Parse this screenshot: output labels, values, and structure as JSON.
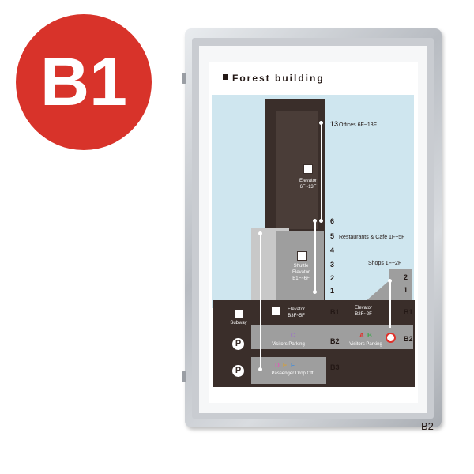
{
  "badge": {
    "text": "B1",
    "color": "#d8332a"
  },
  "poster": {
    "title": "Forest building",
    "floors": {
      "f13": "13",
      "f6": "6",
      "f5": "5",
      "f4": "4",
      "f3": "3",
      "f2": "2",
      "f1": "1",
      "b1": "B1",
      "b2": "B2",
      "b3": "B3",
      "r2": "2",
      "r1": "1",
      "rb1": "B1",
      "rb2": "B2"
    },
    "labels": {
      "offices": "Offices 6F~13F",
      "restaurants": "Restaurants & Cafe 1F~5F",
      "shops": "Shops 1F~2F",
      "elevator_main_1": "Elevator",
      "elevator_main_2": "6F~13F",
      "shuttle_1": "Shuttle",
      "shuttle_2": "Elevator",
      "shuttle_3": "B1F~6F",
      "elevator_b3_1": "Elevator",
      "elevator_b3_2": "B3F~5F",
      "elevator_b2_1": "Elevator",
      "elevator_b2_2": "B2F~2F",
      "subway": "Subway",
      "visitors_parking_1": "Visitors Parking",
      "visitors_parking_2": "Visitors Parking",
      "drop_off": "Passenger Drop Off",
      "p1": "P",
      "p2": "P",
      "zone_c": "C",
      "zone_a": "A",
      "zone_b": "B",
      "zone_d": "D",
      "zone_e": "E",
      "zone_f": "F"
    },
    "colors": {
      "dark": "#3a2e2a",
      "grey": "#9e9e9e",
      "sky": "#cfe6ef",
      "you_are_here": "#e0302a"
    }
  },
  "caption": "B2"
}
